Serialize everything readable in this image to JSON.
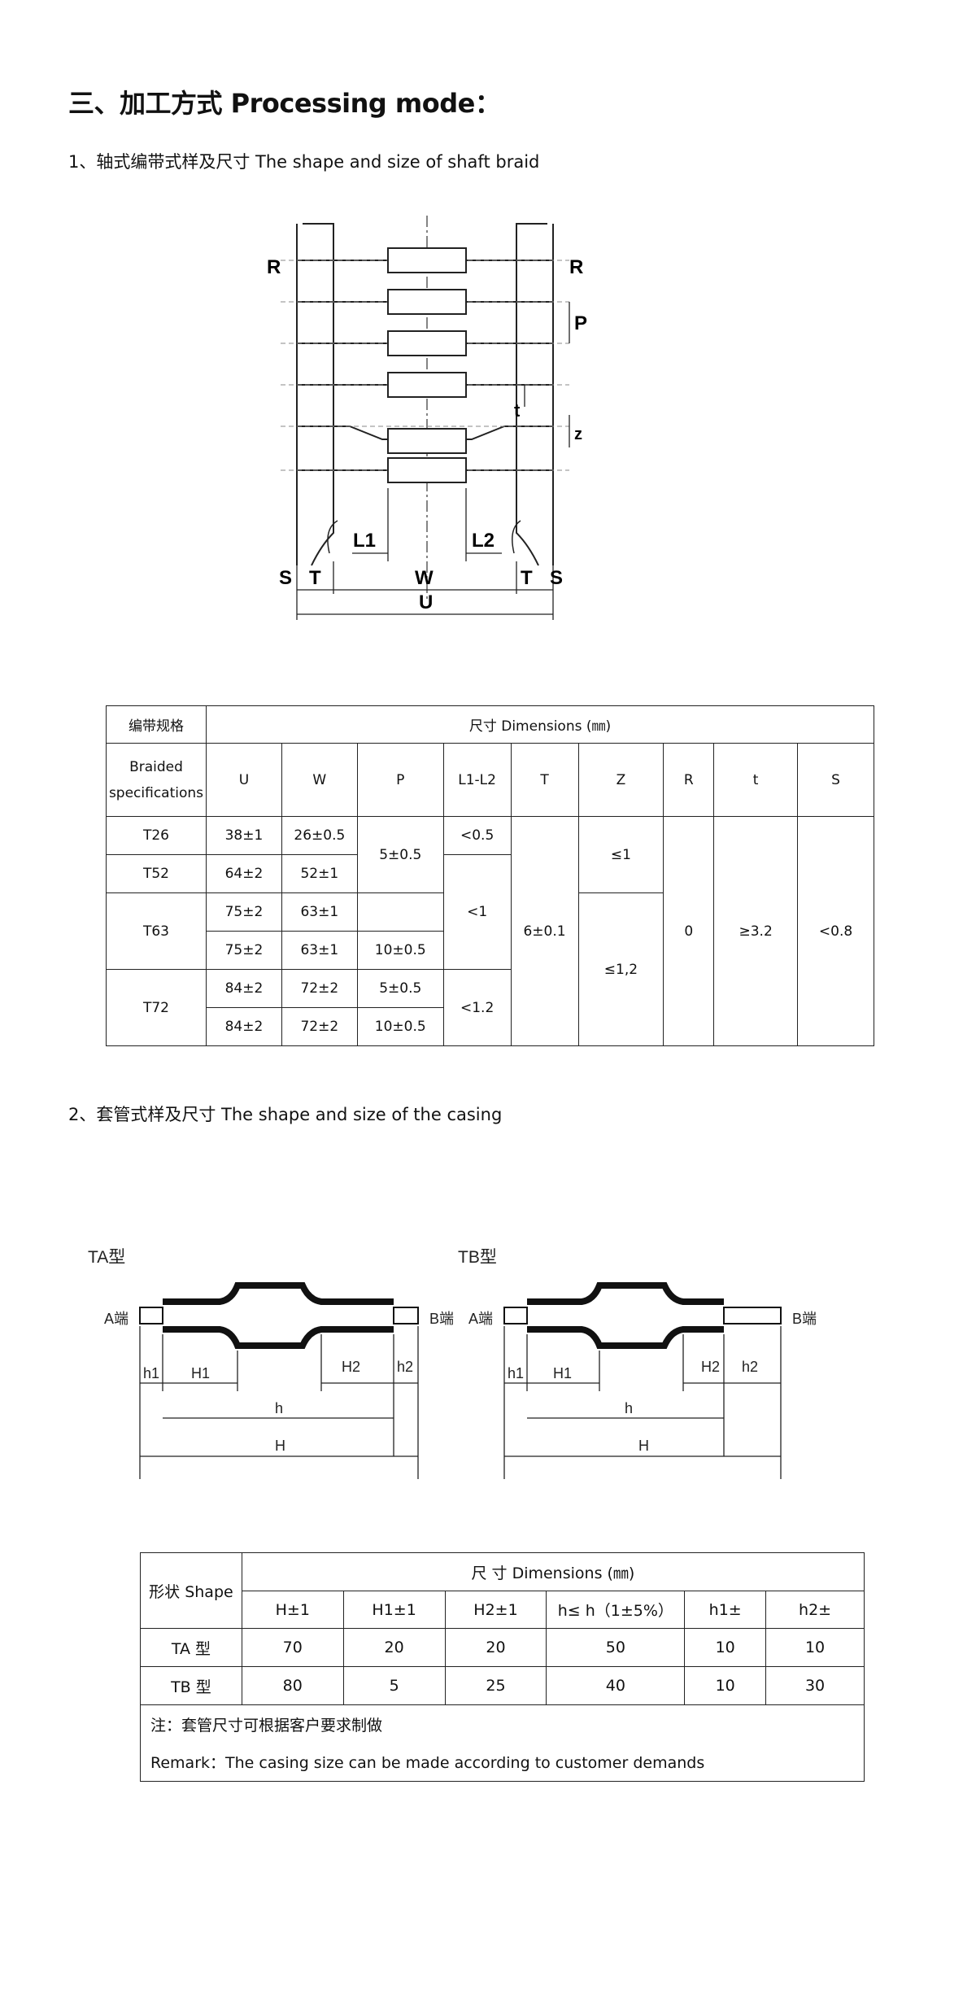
{
  "heading": "三、加工方式 Processing mode：",
  "section1": {
    "title": "1、轴式编带式样及尺寸 The shape and size of shaft braid",
    "diagram_labels": {
      "R_left": "R",
      "R_right": "R",
      "P": "P",
      "t": "t",
      "z": "z",
      "L1": "L1",
      "L2": "L2",
      "S_left": "S",
      "T_left": "T",
      "W": "W",
      "T_right": "T",
      "S_right": "S",
      "U": "U"
    },
    "table": {
      "head_spec": [
        "编带规格",
        "Braided",
        "specifications"
      ],
      "head_dims": "尺寸 Dimensions (㎜)",
      "cols": [
        "U",
        "W",
        "P",
        "L1-L2",
        "T",
        "Z",
        "R",
        "t",
        "S"
      ],
      "rows": [
        {
          "spec": "T26",
          "U": "38±1",
          "W": "26±0.5"
        },
        {
          "spec": "T52",
          "U": "64±2",
          "W": "52±1"
        },
        {
          "spec": "T63",
          "U": "75±2",
          "W": "63±1"
        },
        {
          "U": "75±2",
          "W": "63±1",
          "P": "10±0.5"
        },
        {
          "spec": "T72",
          "U": "84±2",
          "W": "72±2",
          "P": "5±0.5"
        },
        {
          "U": "84±2",
          "W": "72±2",
          "P": "10±0.5"
        }
      ],
      "P_merged": "5±0.5",
      "L_values": [
        "<0.5",
        "<1",
        "<1.2"
      ],
      "T_value": "6±0.1",
      "Z_values": [
        "≤1",
        "≤1,2"
      ],
      "R_value": "0",
      "t_value": "≥3.2",
      "S_value": "<0.8"
    }
  },
  "section2": {
    "title": "2、套管式样及尺寸 The shape and size of the casing",
    "TA": {
      "name": "TA型",
      "end_a": "A端",
      "end_b": "B端",
      "h1": "h1",
      "H1": "H1",
      "H2": "H2",
      "h2": "h2",
      "h": "h",
      "H": "H"
    },
    "TB": {
      "name": "TB型",
      "end_a": "A端",
      "end_b": "B端",
      "h1": "h1",
      "H1": "H1",
      "H2": "H2",
      "h2": "h2",
      "h": "h",
      "H": "H"
    },
    "table": {
      "shape_label": "形状 Shape",
      "dims_label": "尺    寸 Dimensions (㎜)",
      "cols": [
        "H±1",
        "H1±1",
        "H2±1",
        "h≤ h（1±5%）",
        "h1±",
        "h2±"
      ],
      "rows": [
        {
          "name": "TA 型",
          "values": [
            "70",
            "20",
            "20",
            "50",
            "10",
            "10"
          ]
        },
        {
          "name": "TB 型",
          "values": [
            "80",
            "5",
            "25",
            "40",
            "10",
            "30"
          ]
        }
      ],
      "note_cn": "注：套管尺寸可根据客户要求制做",
      "note_en": "Remark：The casing size can be made according to customer demands"
    }
  }
}
